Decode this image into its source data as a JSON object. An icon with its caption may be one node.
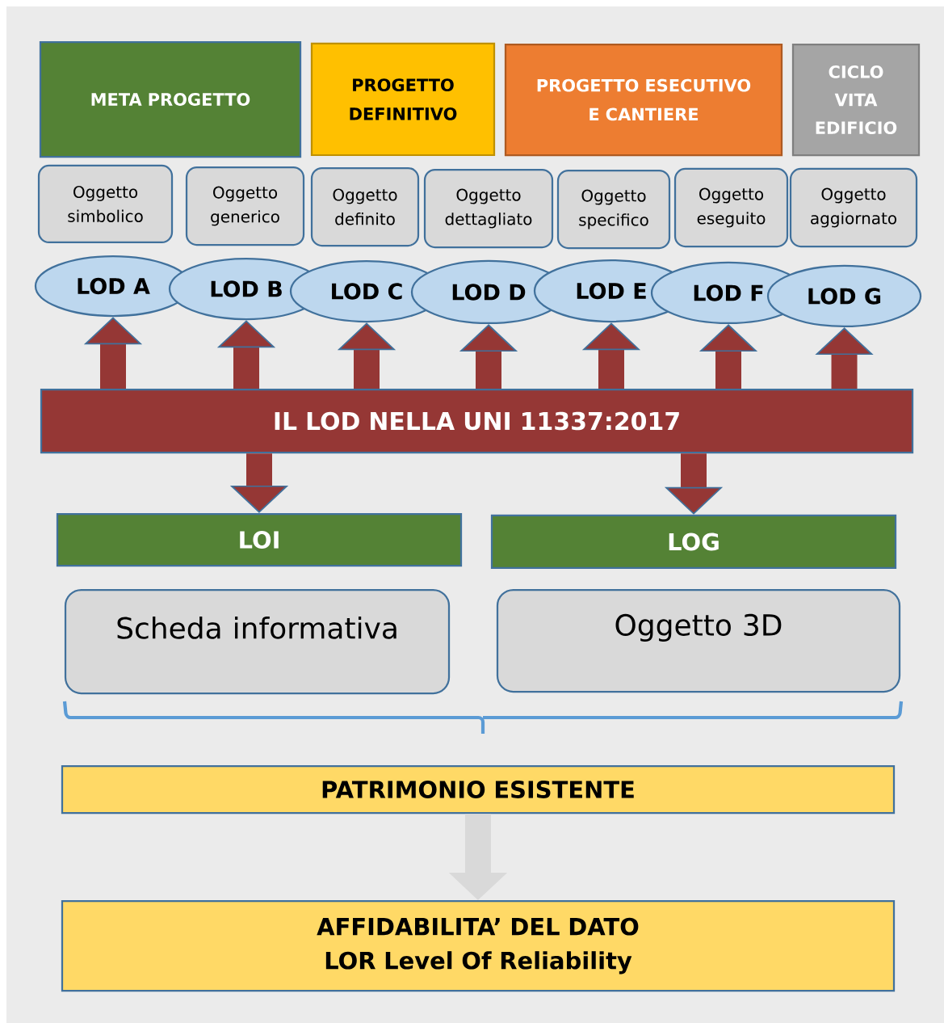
{
  "diagram": {
    "nodes": [
      {
        "text": [
          "META PROGETTO"
        ]
      },
      {
        "text": [
          "PROGETTO DEFINITIVO"
        ]
      },
      {
        "text": [
          "PROGETTO ESECUTIVO E CANTIERE"
        ]
      },
      {
        "text": [
          "CICLO VITA EDIFICIO"
        ]
      },
      {
        "text": [
          "Oggetto simbolico"
        ]
      },
      {
        "text": [
          "Oggetto generico"
        ]
      },
      {
        "text": [
          "Oggetto definito"
        ]
      },
      {
        "text": [
          "Oggetto dettagliato"
        ]
      },
      {
        "text": [
          "Oggetto specifico"
        ]
      },
      {
        "text": [
          "Oggetto eseguito"
        ]
      },
      {
        "text": [
          "Oggetto aggiornato"
        ]
      },
      {
        "text": [
          "LOD A"
        ]
      },
      {
        "text": [
          "LOD B"
        ]
      },
      {
        "text": [
          "LOD C"
        ]
      },
      {
        "text": [
          "LOD D"
        ]
      },
      {
        "text": [
          "LOD E"
        ]
      },
      {
        "text": [
          "LOD F"
        ]
      },
      {
        "text": [
          "LOD G"
        ]
      },
      {
        "text": [
          "IL LOD NELLA UNI 11337:2017"
        ]
      },
      {
        "text": [
          "LOI"
        ]
      },
      {
        "text": [
          "LOG"
        ]
      },
      {
        "text": [
          "Scheda informativa"
        ]
      },
      {
        "text": [
          "Oggetto 3D"
        ]
      },
      {
        "text": [
          "PATRIMONIO ESISTENTE"
        ]
      },
      {
        "text": [
          "AFFIDABILITA’ DEL DATO",
          "LOR Level Of Reliability"
        ]
      }
    ],
    "edges": [
      {
        "from": 18,
        "to": 11,
        "arrow": "to"
      },
      {
        "from": 18,
        "to": 12,
        "arrow": "to"
      },
      {
        "from": 18,
        "to": 13,
        "arrow": "to"
      },
      {
        "from": 18,
        "to": 14,
        "arrow": "to"
      },
      {
        "from": 18,
        "to": 15,
        "arrow": "to"
      },
      {
        "from": 18,
        "to": 16,
        "arrow": "to"
      },
      {
        "from": 18,
        "to": 17,
        "arrow": "to"
      },
      {
        "from": 18,
        "to": 19,
        "arrow": "to"
      },
      {
        "from": 18,
        "to": 20,
        "arrow": "to"
      },
      {
        "from": 23,
        "to": 24,
        "arrow": "to",
        "color": "#d9d9d9"
      }
    ]
  }
}
